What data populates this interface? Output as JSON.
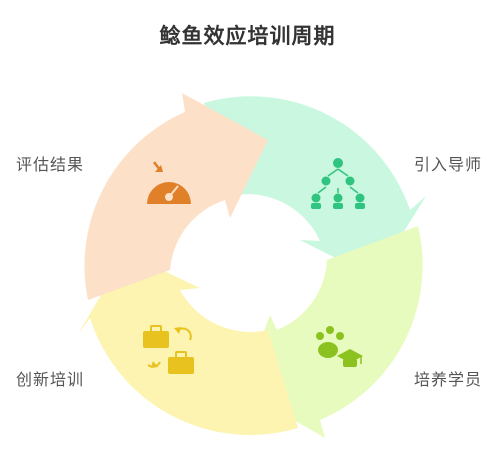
{
  "title": "鲶鱼效应培训周期",
  "stages": [
    {
      "label": "引入导师",
      "icon": "hierarchy-icon",
      "color": "#c9f7df",
      "icon_color": "#2fc47f"
    },
    {
      "label": "培养学员",
      "icon": "mentor-icon",
      "color": "#e8fbbe",
      "icon_color": "#8cc21f"
    },
    {
      "label": "创新培训",
      "icon": "briefcase-exchange-icon",
      "color": "#fcf4b0",
      "icon_color": "#e8c21e"
    },
    {
      "label": "评估结果",
      "icon": "gauge-icon",
      "color": "#fde0c8",
      "icon_color": "#e0812a"
    }
  ]
}
